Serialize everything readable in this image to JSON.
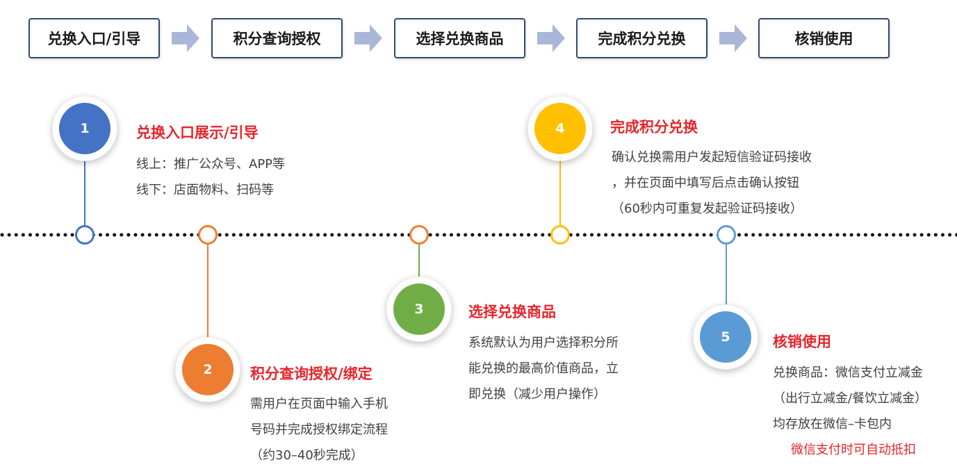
{
  "steps": [
    {
      "label": "兑换入口/引导"
    },
    {
      "label": "积分查询授权"
    },
    {
      "label": "选择兑换商品"
    },
    {
      "label": "完成积分兑换"
    },
    {
      "label": "核销使用"
    }
  ],
  "milestones": [
    {
      "number": "1",
      "title": "兑换入口展示/引导",
      "color": "#4472c4",
      "lines": [
        "线上：推广公众号、APP等",
        "线下：店面物料、扫码等"
      ]
    },
    {
      "number": "2",
      "title": "积分查询授权/绑定",
      "color": "#ed7d31",
      "lines": [
        "需用户在页面中输入手机",
        "号码并完成授权绑定流程",
        "（约30–40秒完成）"
      ]
    },
    {
      "number": "3",
      "title": "选择兑换商品",
      "color": "#70ad47",
      "lines": [
        "系统默认为用户选择积分所",
        "能兑换的最高价值商品，立",
        "即兑换（减少用户操作）"
      ]
    },
    {
      "number": "4",
      "title": "完成积分兑换",
      "color": "#ffc000",
      "lines": [
        "确认兑换需用户发起短信验证码接收",
        "，并在页面中填写后点击确认按钮",
        "（60秒内可重复发起验证码接收）"
      ]
    },
    {
      "number": "5",
      "title": "核销使用",
      "color": "#5b9bd5",
      "lines": [
        "兑换商品：微信支付立减金",
        "（出行立减金/餐饮立减金）",
        "均存放在微信–卡包内"
      ],
      "highlight": "微信支付时可自动抵扣"
    }
  ],
  "colors": {
    "accent_red": "#e8242b",
    "arrow": "#a9b8d9",
    "node_blue": "#4472c4",
    "node_orange": "#ed7d31",
    "node_green": "#70ad47",
    "node_yellow": "#ffc000",
    "node_lightblue": "#5b9bd5"
  }
}
